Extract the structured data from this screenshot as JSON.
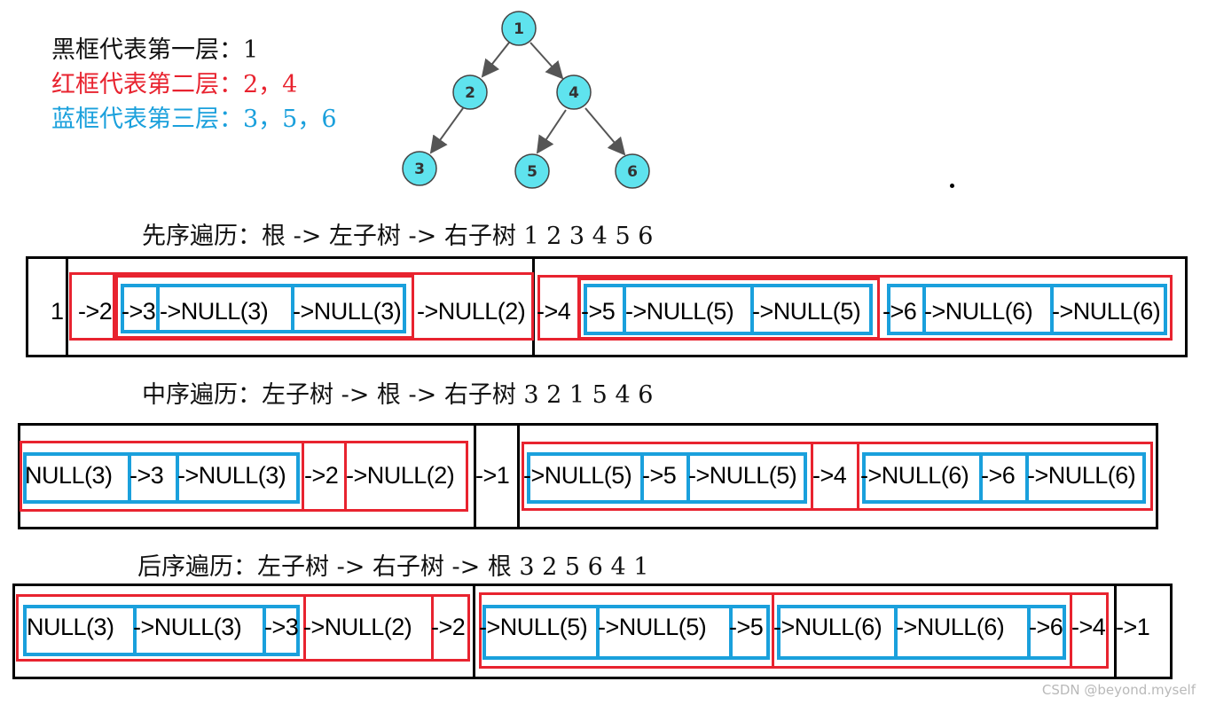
{
  "legend": {
    "level1": "黑框代表第一层：1",
    "level2": "红框代表第二层：2，4",
    "level3": "蓝框代表第三层：3，5，6"
  },
  "tree": {
    "nodes": [
      "1",
      "2",
      "4",
      "3",
      "5",
      "6"
    ],
    "node_color": "#5fe3ee"
  },
  "preorder": {
    "title": "先序遍历：根 -> 左子树 -> 右子树  1 2 3 4 5 6",
    "tokens": [
      "1",
      "->2",
      "->3",
      "->NULL(3)",
      "->NULL(3)",
      "->NULL(2)",
      "->4",
      "->5",
      "->NULL(5)",
      "->NULL(5)",
      "->6",
      "->NULL(6)",
      "->NULL(6)"
    ]
  },
  "inorder": {
    "title": "中序遍历：左子树 -> 根 -> 右子树  3 2 1 5 4 6",
    "tokens": [
      "NULL(3)",
      "->3",
      "->NULL(3)",
      "->2",
      "->NULL(2)",
      "->1",
      "->NULL(5)",
      "->5",
      "->NULL(5)",
      "->4",
      "->NULL(6)",
      "->6",
      "->NULL(6)"
    ]
  },
  "postorder": {
    "title": "后序遍历：左子树 -> 右子树 -> 根  3 2 5 6 4 1",
    "tokens": [
      "NULL(3)",
      "->NULL(3)",
      "->3",
      "->NULL(2)",
      "->2",
      "->NULL(5)",
      "->NULL(5)",
      "->5",
      "->NULL(6)",
      "->NULL(6)",
      "->6",
      "->4",
      "->1"
    ]
  },
  "colors": {
    "black": "#000000",
    "red": "#e8232f",
    "blue": "#1aa0dc"
  },
  "watermark": "CSDN @beyond.myself"
}
